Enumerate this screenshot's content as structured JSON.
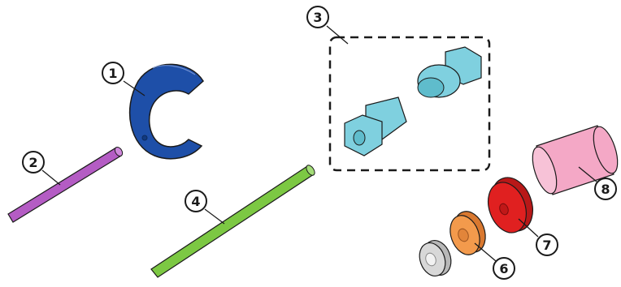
{
  "colors": {
    "background": "#ffffff",
    "outline": "#1a1a1a",
    "part_1": "#1e4fa8",
    "part_2": "#b45cc4",
    "part_3": "#7fd0df",
    "part_4": "#7cc843",
    "part_5": "#d8d8d8",
    "part_6": "#f39a4c",
    "part_7": "#e02020",
    "part_8": "#f4a8c6"
  },
  "parts": [
    {
      "id": "1",
      "label": "1",
      "icon": "c-shaped-collar-icon"
    },
    {
      "id": "2",
      "label": "2",
      "icon": "short-rod-icon"
    },
    {
      "id": "3",
      "label": "3",
      "icon": "hex-fittings-group-icon"
    },
    {
      "id": "4",
      "label": "4",
      "icon": "long-rod-icon"
    },
    {
      "id": "5",
      "label": "",
      "icon": "small-washer-icon"
    },
    {
      "id": "6",
      "label": "6",
      "icon": "orange-washer-icon"
    },
    {
      "id": "7",
      "label": "7",
      "icon": "red-disc-icon"
    },
    {
      "id": "8",
      "label": "8",
      "icon": "sleeve-cylinder-icon"
    }
  ]
}
